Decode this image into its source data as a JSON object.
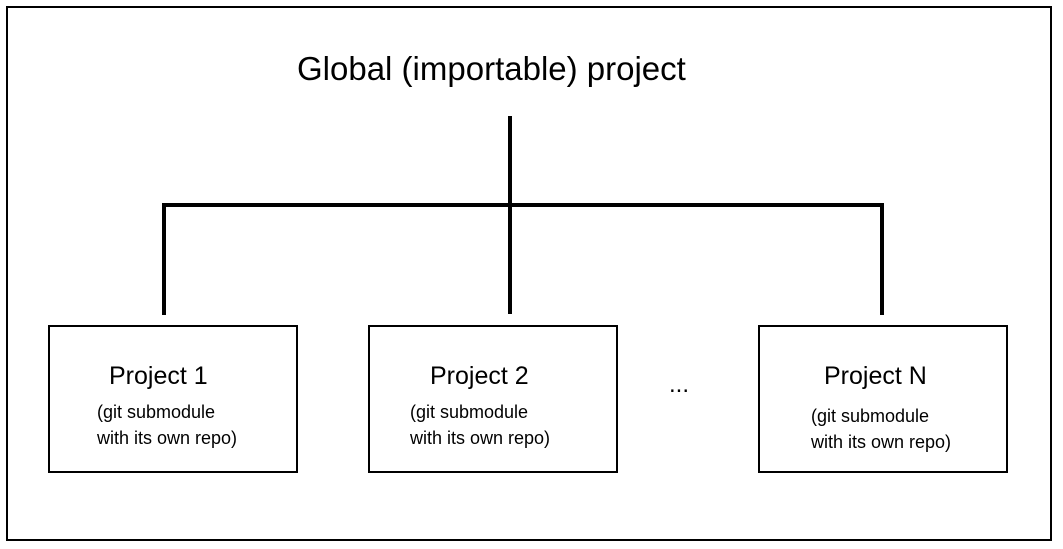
{
  "title": "Global (importable) project",
  "ellipsis": "...",
  "projects": [
    {
      "name": "Project 1",
      "sub_line1": "(git submodule",
      "sub_line2": "with its own repo)"
    },
    {
      "name": "Project 2",
      "sub_line1": "(git submodule",
      "sub_line2": "with its own repo)"
    },
    {
      "name": "Project N",
      "sub_line1": "(git submodule",
      "sub_line2": "with its own repo)"
    }
  ]
}
